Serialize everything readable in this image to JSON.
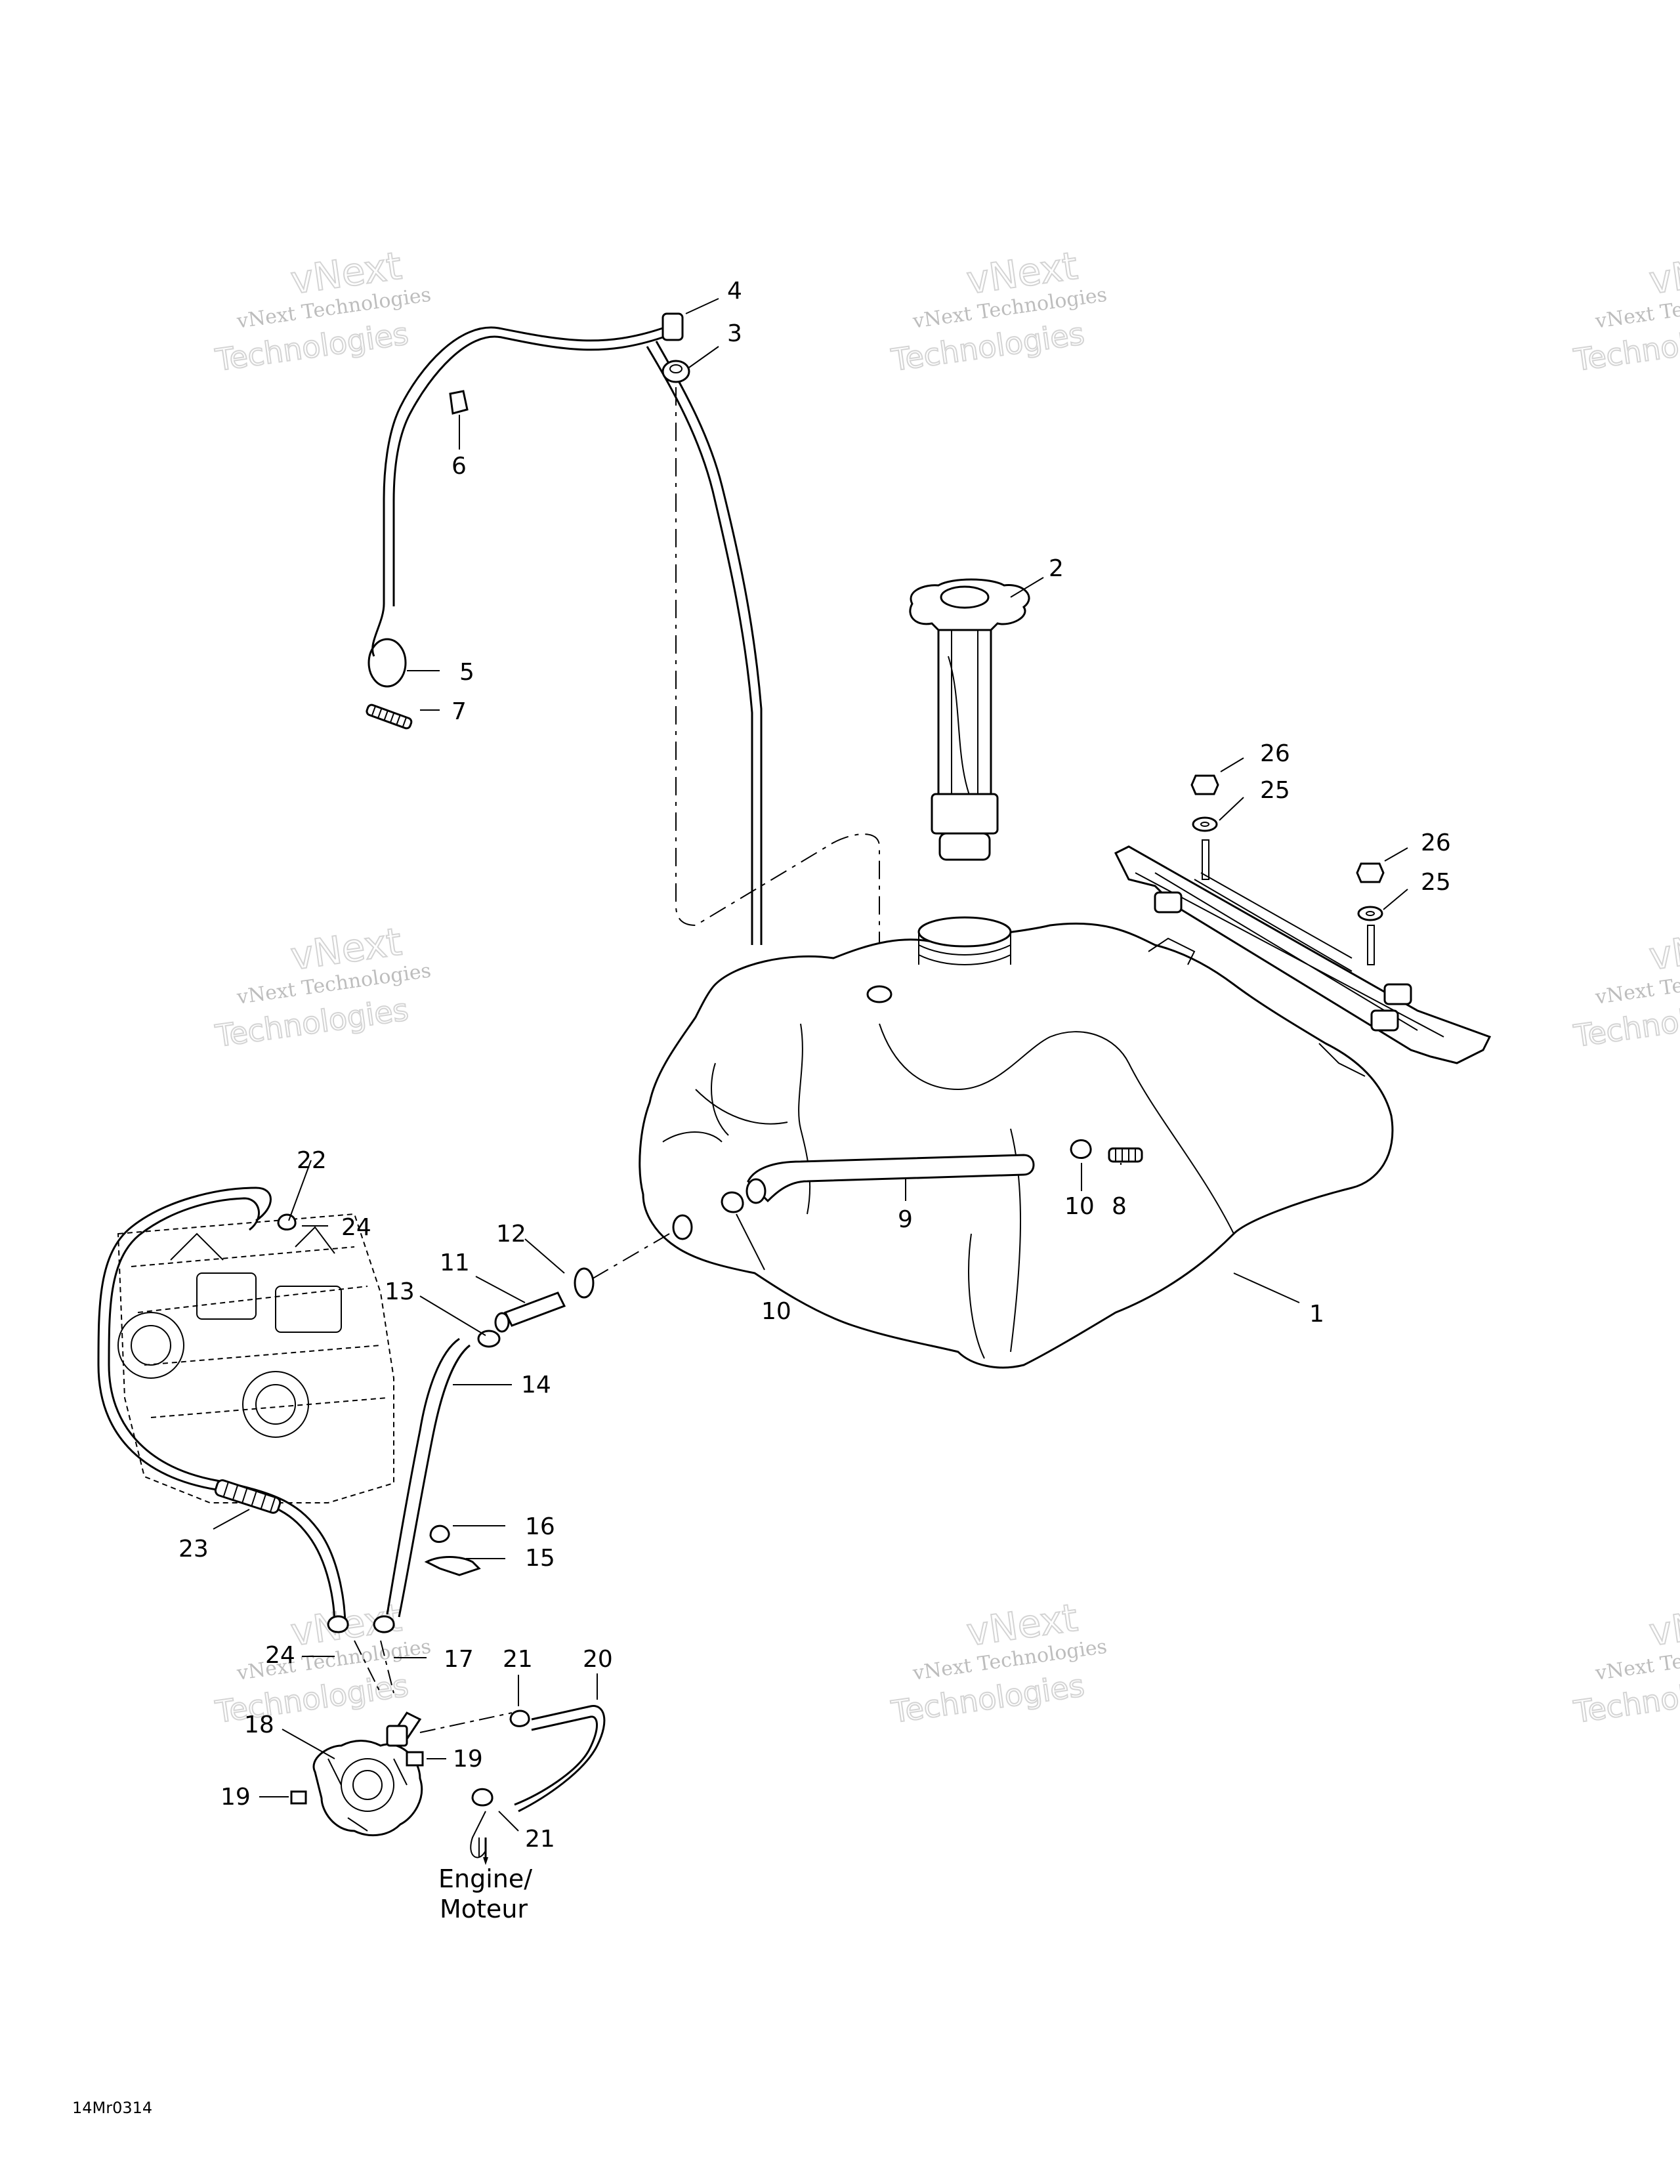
{
  "callouts": {
    "c1": "1",
    "c2": "2",
    "c3": "3",
    "c4": "4",
    "c5": "5",
    "c6": "6",
    "c7": "7",
    "c8": "8",
    "c9": "9",
    "c10a": "10",
    "c10b": "10",
    "c11": "11",
    "c12": "12",
    "c13": "13",
    "c14": "14",
    "c15": "15",
    "c16": "16",
    "c17": "17",
    "c18": "18",
    "c19a": "19",
    "c19b": "19",
    "c20": "20",
    "c21a": "21",
    "c21b": "21",
    "c22": "22",
    "c23": "23",
    "c24a": "24",
    "c24b": "24",
    "c25a": "25",
    "c25b": "25",
    "c26a": "26",
    "c26b": "26"
  },
  "engine_label": {
    "line1": "Engine/",
    "line2": "Moteur"
  },
  "drawing_code": "14Mr0314",
  "watermark": {
    "line1": "vNext Technologies",
    "line2": "vNext",
    "line3": "Technologies"
  }
}
